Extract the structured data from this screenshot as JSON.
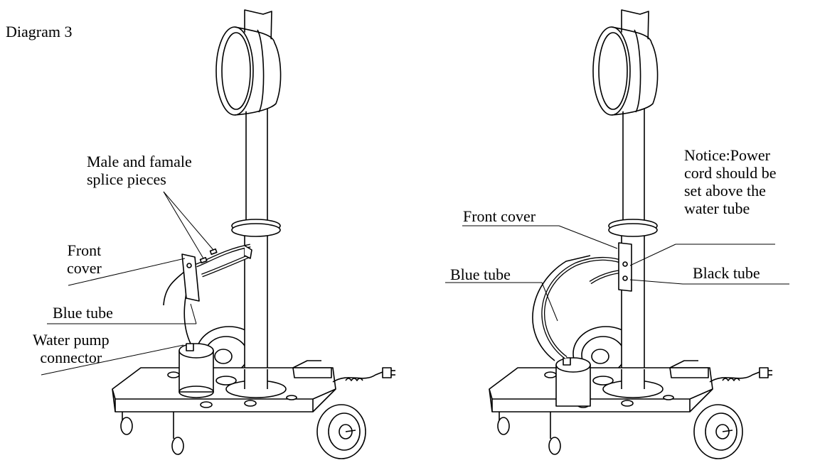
{
  "diagram_title": "Diagram 3",
  "left_view": {
    "labels": {
      "splice_pieces": "Male and famale\nsplice pieces",
      "front_cover": "Front\ncover",
      "blue_tube": "Blue tube",
      "water_pump_connector": "Water pump\nconnector"
    }
  },
  "right_view": {
    "labels": {
      "notice": "Notice:Power\ncord should be\nset above the\nwater tube",
      "front_cover": "Front cover",
      "blue_tube": "Blue tube",
      "black_tube": "Black tube"
    }
  }
}
